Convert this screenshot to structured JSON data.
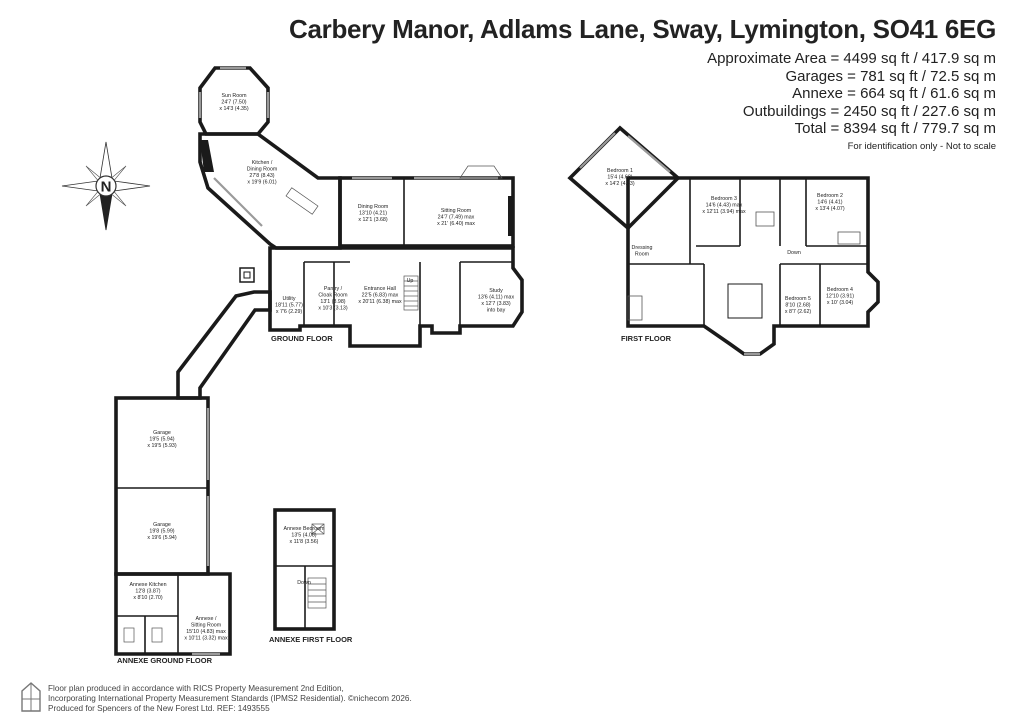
{
  "header": {
    "title": "Carbery Manor, Adlams Lane, Sway, Lymington, SO41 6EG",
    "areas": [
      "Approximate Area = 4499 sq ft / 417.9 sq m",
      "Garages = 781 sq ft / 72.5 sq m",
      "Annexe = 664 sq ft / 61.6 sq m",
      "Outbuildings = 2450 sq ft / 227.6 sq m",
      "Total = 8394 sq ft / 779.7 sq m"
    ],
    "note": "For identification only - Not to scale"
  },
  "compass": {
    "label": "N",
    "icon": "compass-icon"
  },
  "floor_labels": {
    "ground": "GROUND FLOOR",
    "first": "FIRST FLOOR",
    "annexe_ground": "ANNEXE GROUND FLOOR",
    "annexe_first": "ANNEXE FIRST FLOOR"
  },
  "rooms": {
    "sun_room": [
      "Sun Room",
      "24'7 (7.50)",
      "x 14'3 (4.35)"
    ],
    "kitchen": [
      "Kitchen /",
      "Dining Room",
      "27'8 (8.43)",
      "x 19'9 (6.01)"
    ],
    "dining": [
      "Dining Room",
      "13'10 (4.21)",
      "x 12'1 (3.68)"
    ],
    "sitting": [
      "Sitting Room",
      "24'7 (7.49) max",
      "x 21' (6.40) max"
    ],
    "utility": [
      "Utility",
      "18'11 (5.77)",
      "x 7'6 (2.29)"
    ],
    "pantry": [
      "Pantry /",
      "Cloak Room",
      "13'1 (3.98)",
      "x 10'3 (3.13)"
    ],
    "entrance": [
      "Entrance Hall",
      "22'5 (6.83) max",
      "x 20'11 (6.38) max"
    ],
    "study": [
      "Study",
      "13'6 (4.11) max",
      "x 12'7 (3.83)",
      "into bay"
    ],
    "bedroom1": [
      "Bedroom 1",
      "15'4 (4.68)",
      "x 14'2 (4.33)"
    ],
    "dressing": [
      "Dressing",
      "Room"
    ],
    "bedroom3": [
      "Bedroom 3",
      "14'6 (4.43) max",
      "x 12'11 (3.94) max"
    ],
    "bedroom2": [
      "Bedroom 2",
      "14'6 (4.41)",
      "x 13'4 (4.07)"
    ],
    "bedroom5": [
      "Bedroom 5",
      "8'10 (2.68)",
      "x 8'7 (2.62)"
    ],
    "bedroom4": [
      "Bedroom 4",
      "12'10 (3.91)",
      "x 10' (3.04)"
    ],
    "garage1": [
      "Garage",
      "19'5 (5.94)",
      "x 19'5 (5.93)"
    ],
    "garage2": [
      "Garage",
      "19'8 (5.99)",
      "x 19'6 (5.94)"
    ],
    "annexe_kitchen": [
      "Annexe Kitchen",
      "12'8 (3.87)",
      "x 8'10 (2.70)"
    ],
    "annexe_sitting": [
      "Annexe /",
      "Sitting Room",
      "15'10 (4.83) max",
      "x 10'11 (3.32) max"
    ],
    "annexe_bedroom": [
      "Annexe Bedroom",
      "13'5 (4.08)",
      "x 11'8 (3.56)"
    ]
  },
  "stair_labels": {
    "up": "Up",
    "down": "Down",
    "down2": "Down"
  },
  "footer": {
    "lines": [
      "Floor plan produced in accordance with RICS Property Measurement 2nd Edition,",
      "Incorporating International Property Measurement Standards (IPMS2 Residential).  ©nichecom 2026.",
      "Produced for Spencers of the New Forest Ltd.   REF:  1493555"
    ]
  }
}
